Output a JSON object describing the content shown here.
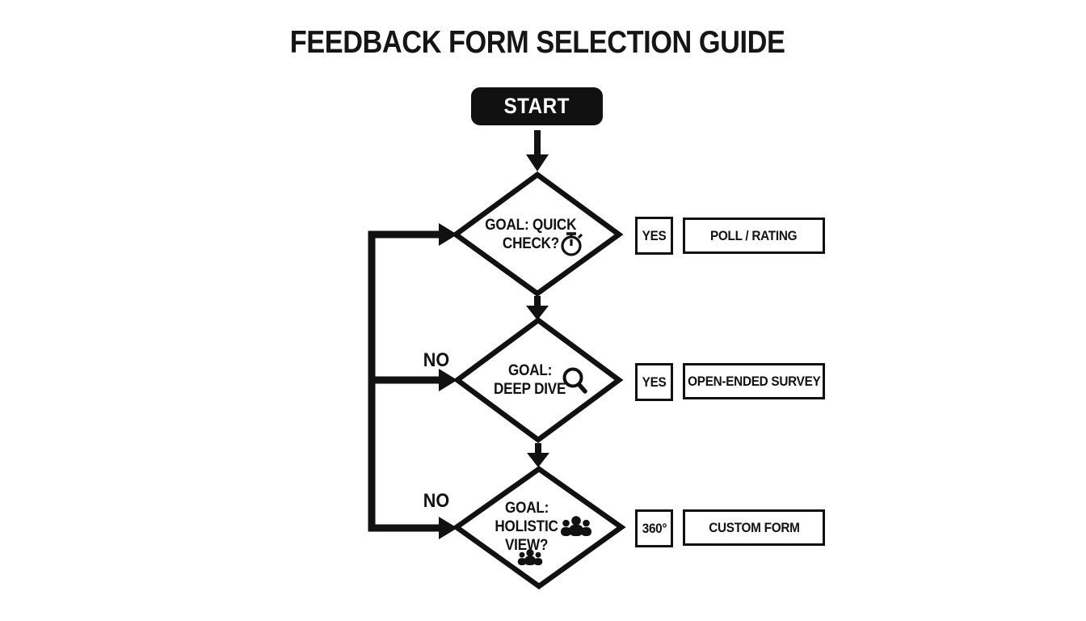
{
  "title": "FEEDBACK FORM SELECTION GUIDE",
  "start_label": "START",
  "decisions": [
    {
      "question_lines": [
        "GOAL: QUICK",
        "CHECK?"
      ],
      "icon": "stopwatch-icon",
      "answer_label": "YES",
      "result_label": "POLL / RATING"
    },
    {
      "no_label": "NO",
      "question_lines": [
        "GOAL:",
        "DEEP DIVE"
      ],
      "icon": "magnifying-glass-icon",
      "answer_label": "YES",
      "result_label": "OPEN-ENDED SURVEY"
    },
    {
      "no_label": "NO",
      "question_lines": [
        "GOAL:",
        "HOLISTIC",
        "VIEW?"
      ],
      "icon": "people-group-icon",
      "answer_label": "360°",
      "result_label": "CUSTOM FORM"
    }
  ],
  "colors": {
    "ink": "#111111",
    "background": "#ffffff",
    "start_fill": "#111111",
    "start_text": "#ffffff"
  }
}
